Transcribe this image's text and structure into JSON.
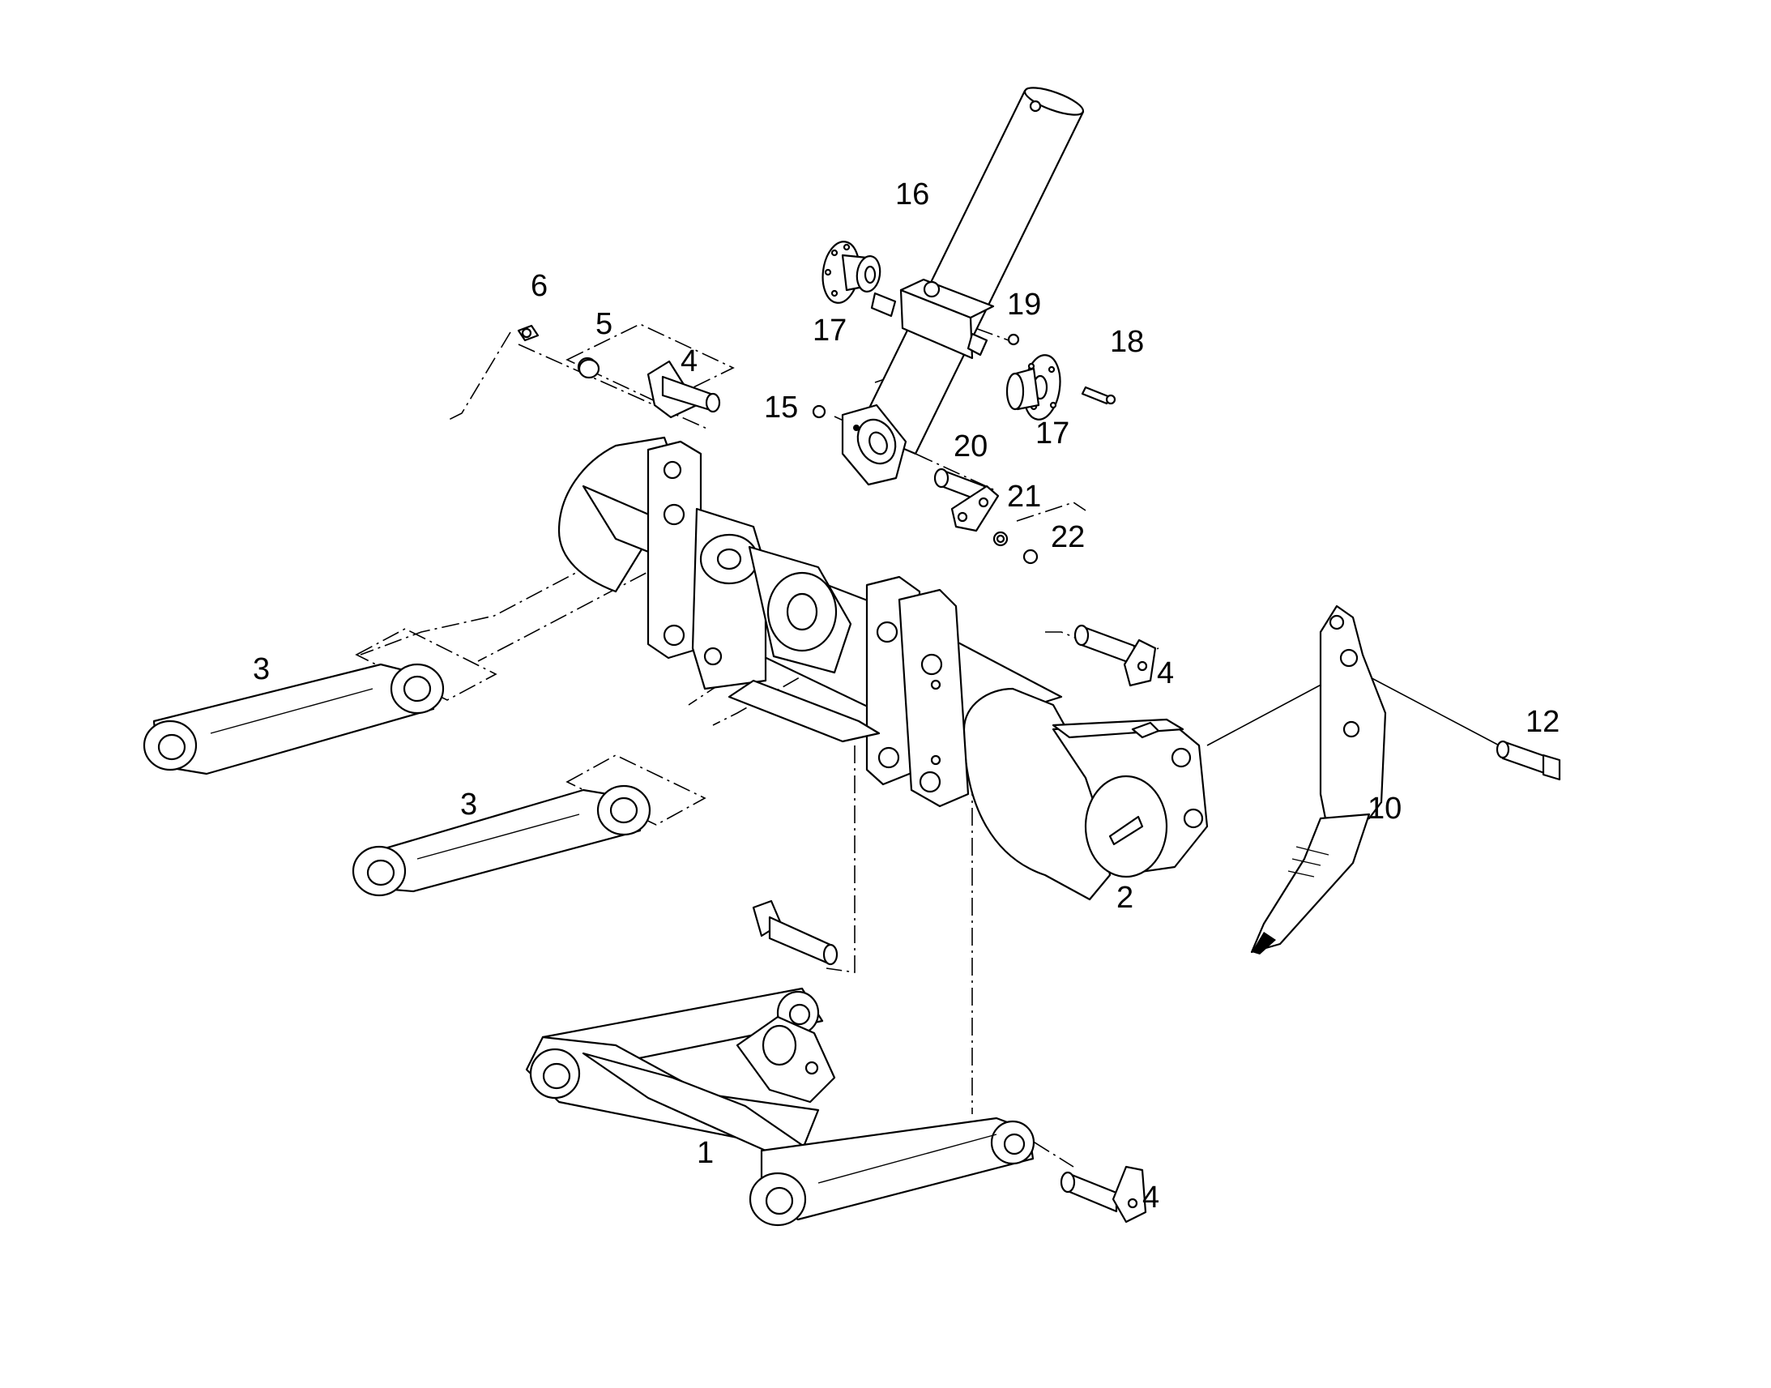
{
  "callouts": {
    "c1": "1",
    "c2": "2",
    "c3a": "3",
    "c3b": "3",
    "c4a": "4",
    "c4b": "4",
    "c4c": "4",
    "c5": "5",
    "c6": "6",
    "c10": "10",
    "c12": "12",
    "c15": "15",
    "c16": "16",
    "c17a": "17",
    "c17b": "17",
    "c18": "18",
    "c19": "19",
    "c20": "20",
    "c21": "21",
    "c22": "22"
  },
  "colors": {
    "stroke": "#000000",
    "background": "#ffffff"
  }
}
